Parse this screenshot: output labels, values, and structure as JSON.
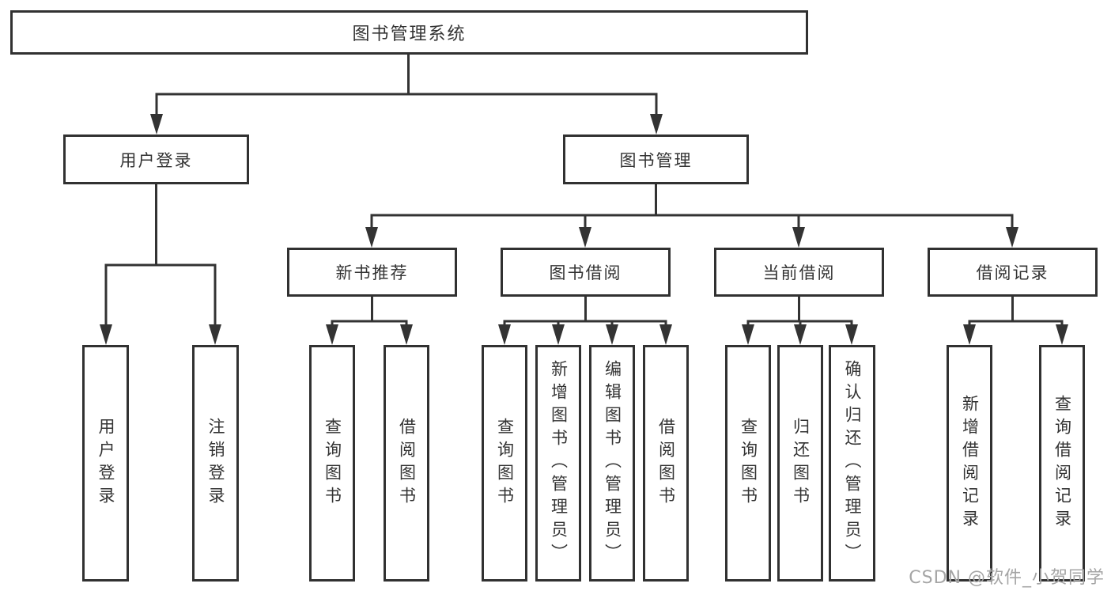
{
  "nodes": {
    "root": {
      "label": "图书管理系统"
    },
    "userLogin": {
      "label": "用户登录"
    },
    "bookMgmt": {
      "label": "图书管理"
    },
    "userLoginLeaf": {
      "label": "用户登录"
    },
    "logoutLeaf": {
      "label": "注销登录"
    },
    "newBookRec": {
      "label": "新书推荐"
    },
    "bookBorrow": {
      "label": "图书借阅"
    },
    "currentBorrow": {
      "label": "当前借阅"
    },
    "borrowRecord": {
      "label": "借阅记录"
    },
    "nbrQuery": {
      "label": "查询图书"
    },
    "nbrBorrow": {
      "label": "借阅图书"
    },
    "bbQuery": {
      "label": "查询图书"
    },
    "bbAdd": {
      "label": "新增图书（管理员）"
    },
    "bbEdit": {
      "label": "编辑图书（管理员）"
    },
    "bbBorrow": {
      "label": "借阅图书"
    },
    "cbQuery": {
      "label": "查询图书"
    },
    "cbReturn": {
      "label": "归还图书"
    },
    "cbConfirm": {
      "label": "确认归还（管理员）"
    },
    "brAdd": {
      "label": "新增借阅记录"
    },
    "brQuery": {
      "label": "查询借阅记录"
    }
  },
  "watermark": {
    "text": "CSDN @软件_小贺同学"
  },
  "colors": {
    "line": "#333333",
    "border": "#313131",
    "text": "#333333",
    "watermark": "#a5a5a5",
    "background": "#ffffff"
  }
}
